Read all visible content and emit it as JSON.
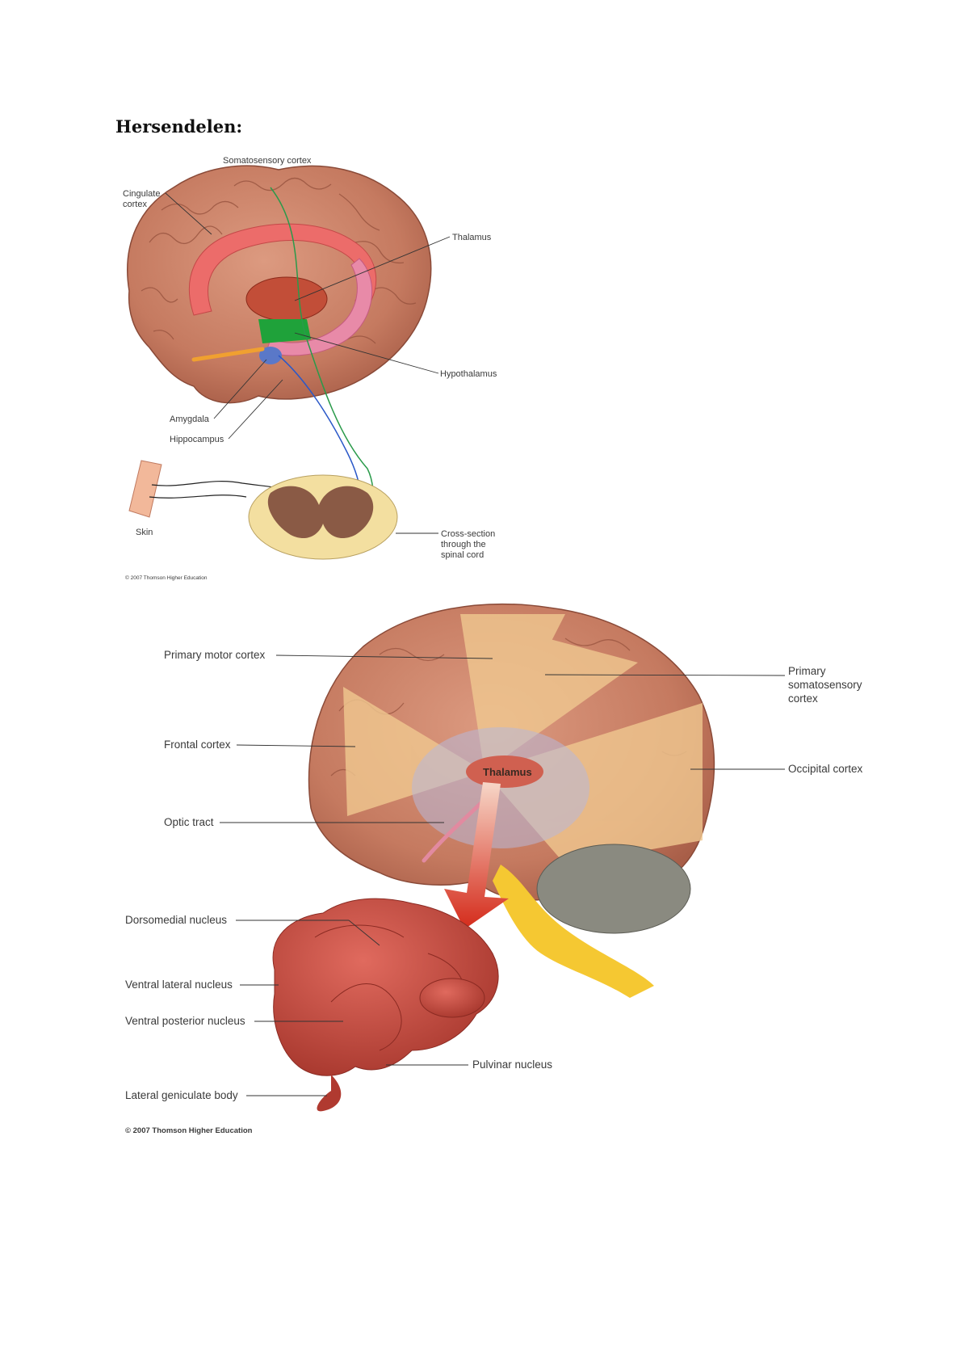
{
  "heading": "Hersendelen:",
  "figure1": {
    "labels": {
      "somatosensory": "Somatosensory cortex",
      "cingulate_1": "Cingulate",
      "cingulate_2": "cortex",
      "thalamus": "Thalamus",
      "hypothalamus": "Hypothalamus",
      "amygdala": "Amygdala",
      "hippocampus": "Hippocampus",
      "skin": "Skin",
      "cross_1": "Cross-section",
      "cross_2": "through the",
      "cross_3": "spinal cord"
    },
    "copyright": "© 2007 Thomson Higher Education"
  },
  "figure2": {
    "labels": {
      "primary_motor": "Primary motor cortex",
      "primary_soma_1": "Primary",
      "primary_soma_2": "somatosensory",
      "primary_soma_3": "cortex",
      "frontal": "Frontal cortex",
      "thalamus": "Thalamus",
      "occipital": "Occipital cortex",
      "optic": "Optic tract",
      "dorsomedial": "Dorsomedial nucleus",
      "ventral_lateral": "Ventral lateral nucleus",
      "ventral_posterior": "Ventral posterior nucleus",
      "pulvinar": "Pulvinar nucleus",
      "lateral_geniculate": "Lateral geniculate body"
    },
    "copyright": "© 2007 Thomson Higher Education"
  },
  "colors": {
    "brain": "#c9826a",
    "cingulate": "#ea6a6a",
    "thalamus": "#c0503a",
    "hypothalamus": "#1fa23a",
    "amygdala": "#5a78c8",
    "spinal_outer": "#f3dfa0",
    "spinal_inner": "#8a5a45",
    "fan": "#f0c890",
    "cerebellum": "#8a8a80",
    "brainstem": "#f5c832",
    "nucleus": "#c8504a"
  }
}
